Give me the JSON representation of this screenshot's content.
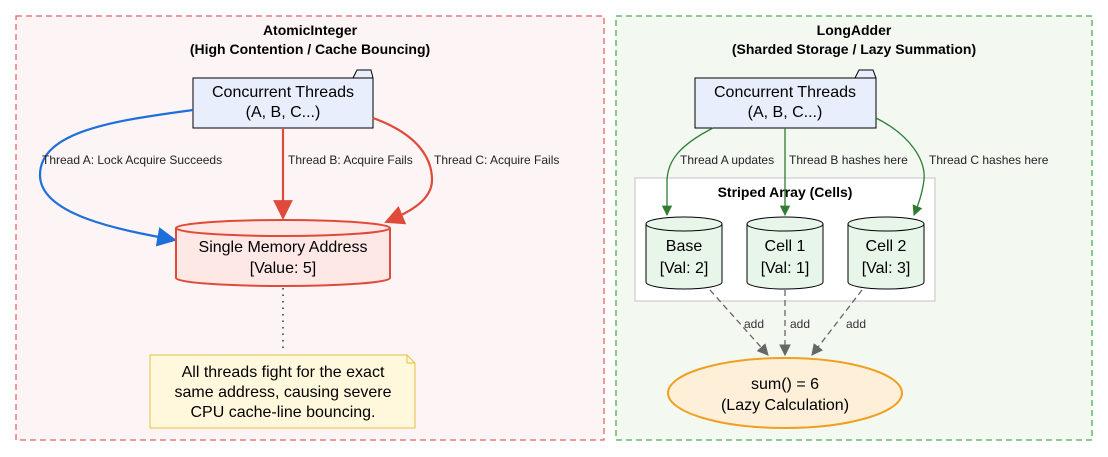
{
  "left_panel": {
    "title_line1": "AtomicInteger",
    "title_line2": "(High Contention / Cache Bouncing)",
    "threads_node": {
      "line1": "Concurrent Threads",
      "line2": "(A, B, C...)"
    },
    "memory_node": {
      "line1": "Single Memory Address",
      "line2": "[Value: 5]"
    },
    "edges": {
      "thread_a": "Thread A: Lock Acquire Succeeds",
      "thread_b": "Thread B: Acquire Fails",
      "thread_c": "Thread C: Acquire Fails"
    },
    "note": {
      "line1": "All threads fight for the exact",
      "line2": "same address, causing severe",
      "line3": "CPU cache-line bouncing."
    }
  },
  "right_panel": {
    "title_line1": "LongAdder",
    "title_line2": "(Sharded Storage / Lazy Summation)",
    "threads_node": {
      "line1": "Concurrent Threads",
      "line2": "(A, B, C...)"
    },
    "edges": {
      "thread_a": "Thread A updates",
      "thread_b": "Thread B hashes here",
      "thread_c": "Thread C hashes here"
    },
    "cluster_title": "Striped Array (Cells)",
    "cells": [
      {
        "line1": "Base",
        "line2": "[Val: 2]"
      },
      {
        "line1": "Cell 1",
        "line2": "[Val: 1]"
      },
      {
        "line1": "Cell 2",
        "line2": "[Val: 3]"
      }
    ],
    "add_label": "add",
    "sum_node": {
      "line1": "sum() = 6",
      "line2": "(Lazy Calculation)"
    }
  },
  "colors": {
    "left_border": "#e06666",
    "left_bg": "#fdf5f5",
    "right_border": "#4caf50",
    "right_bg": "#f3f9f1",
    "node_fill": "#e8eefb",
    "blue_edge": "#1f6fdb",
    "red_edge": "#e04a3a",
    "green_edge": "#2e7d32",
    "cell_fill": "#e8f5e9",
    "sum_fill": "#fdefd8",
    "sum_border": "#f0a020",
    "note_fill": "#fff8dc",
    "note_border": "#e8c040"
  }
}
